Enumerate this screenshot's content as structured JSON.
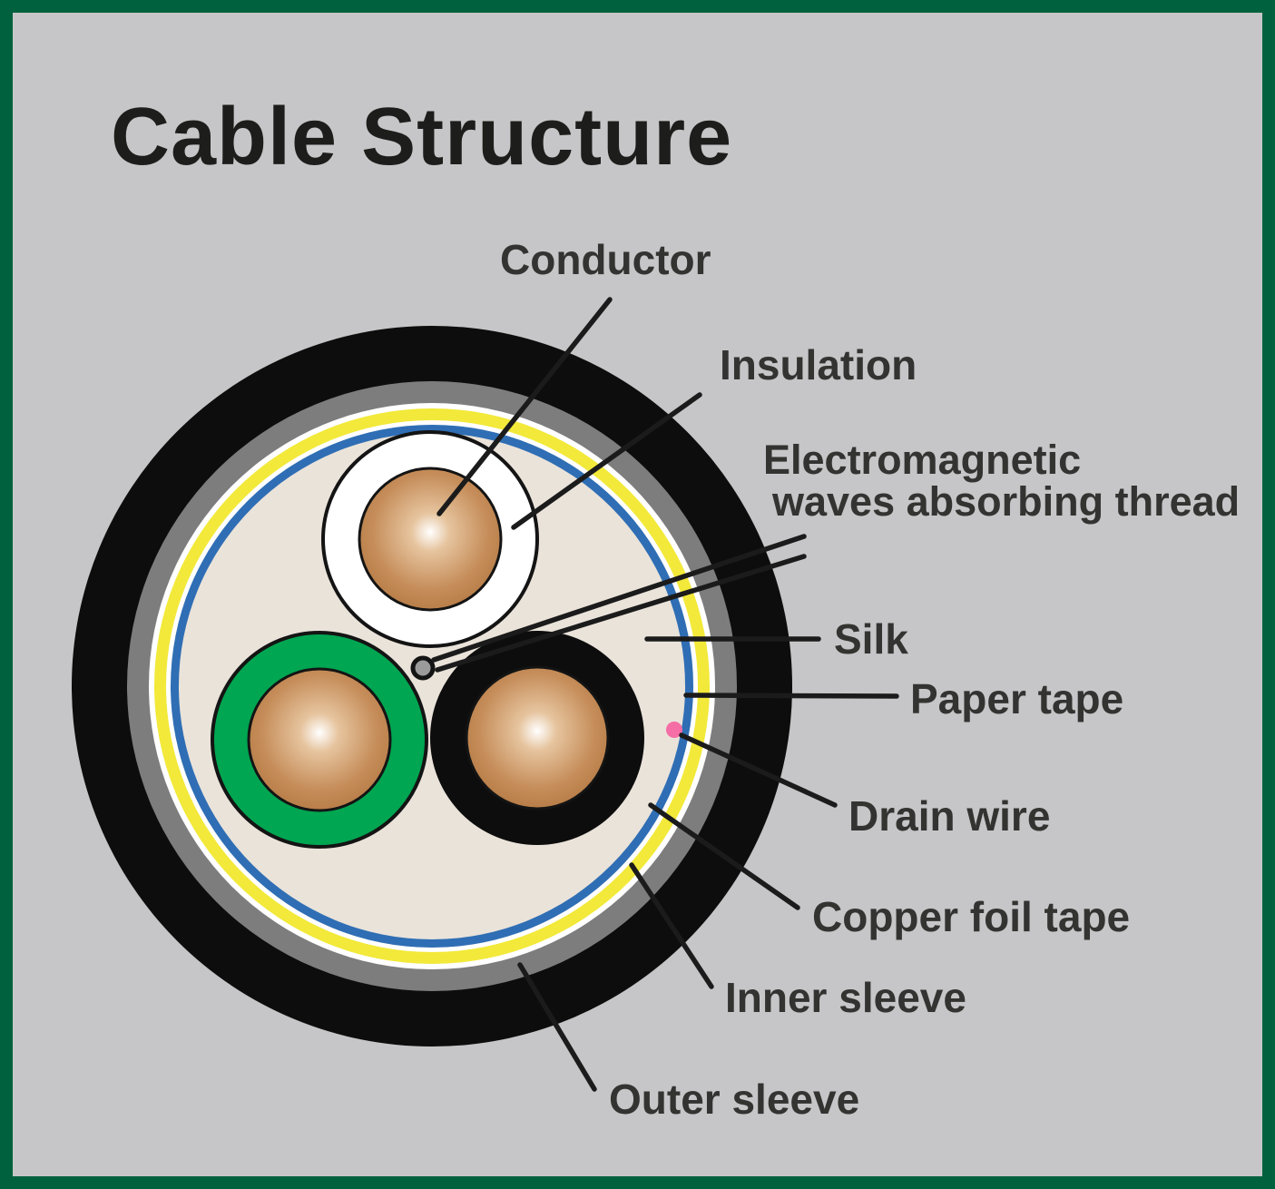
{
  "title": "Cable Structure",
  "labels": {
    "conductor": "Conductor",
    "insulation": "Insulation",
    "em_line1": "Electromagnetic",
    "em_line2": "waves absorbing thread",
    "silk": "Silk",
    "paper_tape": "Paper tape",
    "drain_wire": "Drain wire",
    "copper_foil_tape": "Copper foil tape",
    "inner_sleeve": "Inner sleeve",
    "outer_sleeve": "Outer sleeve"
  },
  "colors": {
    "frame": "#00613e",
    "background": "#c6c6c8",
    "title_text": "#1d1d1b",
    "label_text": "#333331",
    "leader_line": "#1b1b1b",
    "outer_sleeve": "#0d0d0d",
    "inner_sleeve": "#7d7d7d",
    "ring_gap": "#ffffff",
    "copper_foil": "#f2e93a",
    "paper_tape": "#2f6eb4",
    "silk": "#eae3da",
    "insulation_green": "#00a651",
    "insulation_white": "#ffffff",
    "insulation_outline": "#141414",
    "conductor_highlight": "#ffffff",
    "conductor_light": "#e6c49e",
    "conductor_main": "#c68e5b",
    "conductor_dark": "#b2763f",
    "em_thread_fill": "#9b9b9b",
    "drain_wire": "#f56ea5"
  }
}
